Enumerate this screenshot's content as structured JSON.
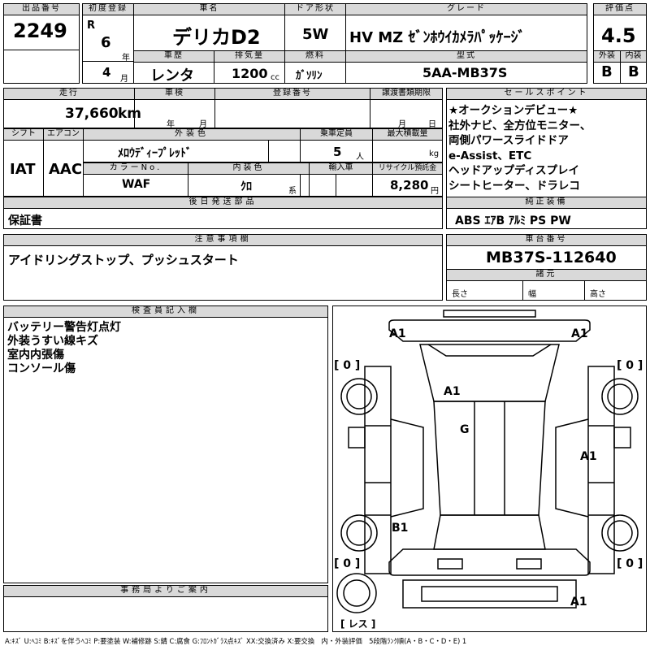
{
  "header": {
    "lot_label": "出品番号",
    "lot": "2249",
    "reg_label": "初度登録",
    "era": "R",
    "year": "6",
    "year_unit": "年",
    "month": "4",
    "month_unit": "月",
    "name_label": "車名",
    "name": "デリカD2",
    "door_label": "ドア形状",
    "door": "5W",
    "grade_label": "グレード",
    "grade": "HV MZ ｾﾞﾝﾎｳｲｶﾒﾗﾊﾟｯｹｰｼﾞ",
    "score_label": "評価点",
    "score": "4.5",
    "history_label": "車歴",
    "history": "レンタ",
    "cc_label": "排気量",
    "cc": "1200",
    "cc_unit": "cc",
    "fuel_label": "燃料",
    "fuel": "ｶﾞｿﾘﾝ",
    "model_label": "型式",
    "model": "5AA-MB37S",
    "ext_label": "外装",
    "ext": "B",
    "int_label": "内装",
    "int": "B"
  },
  "row2": {
    "mileage_label": "走行",
    "mileage": "37,660",
    "km": "km",
    "inspect_label": "車検",
    "inspect_year": "年",
    "inspect_month": "月",
    "plate_label": "登録番号",
    "transfer_label": "譲渡書類期限",
    "transfer_month": "月",
    "transfer_day": "日",
    "shift_label": "シフト",
    "shift": "IAT",
    "ac_label": "エアコン",
    "ac": "AAC",
    "color_label": "外装色",
    "color": "ﾒﾛｳﾃﾞｨｰﾌﾟﾚｯﾄﾞ",
    "capacity_label": "乗車定員",
    "capacity": "5",
    "capacity_unit": "人",
    "load_label": "最大積載量",
    "load_unit": "kg",
    "color_no_label": "カラーNo.",
    "color_no": "WAF",
    "int_color_label": "内装色",
    "int_color": "ｸﾛ",
    "int_color_unit": "系",
    "import_label": "輸入車",
    "recycle_label": "リサイクル預託金",
    "recycle": "8,280",
    "recycle_unit": "円",
    "later_label": "後日発送部品",
    "later": "保証書"
  },
  "sales": {
    "label": "セールスポイント",
    "lines": [
      "★オークションデビュー★",
      "社外ナビ、全方位モニター、",
      "両側パワースライドドア",
      "e-Assist、ETC",
      "ヘッドアップディスプレイ",
      "シートヒーター、ドラレコ"
    ],
    "equip_label": "純正装備",
    "equip": "ABS ｴｱB ｱﾙﾐ PS PW"
  },
  "notes": {
    "label": "注意事項欄",
    "text": "アイドリングストップ、プッシュスタート"
  },
  "chassis": {
    "label": "車台番号",
    "number": "MB37S-112640",
    "spec_label": "諸元",
    "len": "長さ",
    "wid": "幅",
    "hei": "高さ"
  },
  "inspector": {
    "label": "検査員記入欄",
    "lines": [
      "バッテリー警告灯点灯",
      "外装うすい線キズ",
      "室内内張傷",
      "コンソール傷"
    ]
  },
  "office": {
    "label": "事務局よりご案内"
  },
  "diagram": {
    "marks": [
      "A1",
      "A1",
      "A1",
      "G",
      "A1",
      "B1",
      "A1"
    ],
    "tires": [
      "[ 0 ]",
      "[ 0 ]",
      "[ 0 ]",
      "[ 0 ]",
      "[ レス ]"
    ]
  },
  "legend": "A:ｷｽﾞ U:ﾍｺﾐ B:ｷｽﾞを伴うﾍｺﾐ P:要塗装 W:補修跡 S:錆 C:腐食 G:ﾌﾛﾝﾄｶﾞﾗｽ点ｷｽﾞ XX:交換済み X:要交換　内・外装評価　5段階ﾗﾝｸ順(A・B・C・D・E) 1"
}
